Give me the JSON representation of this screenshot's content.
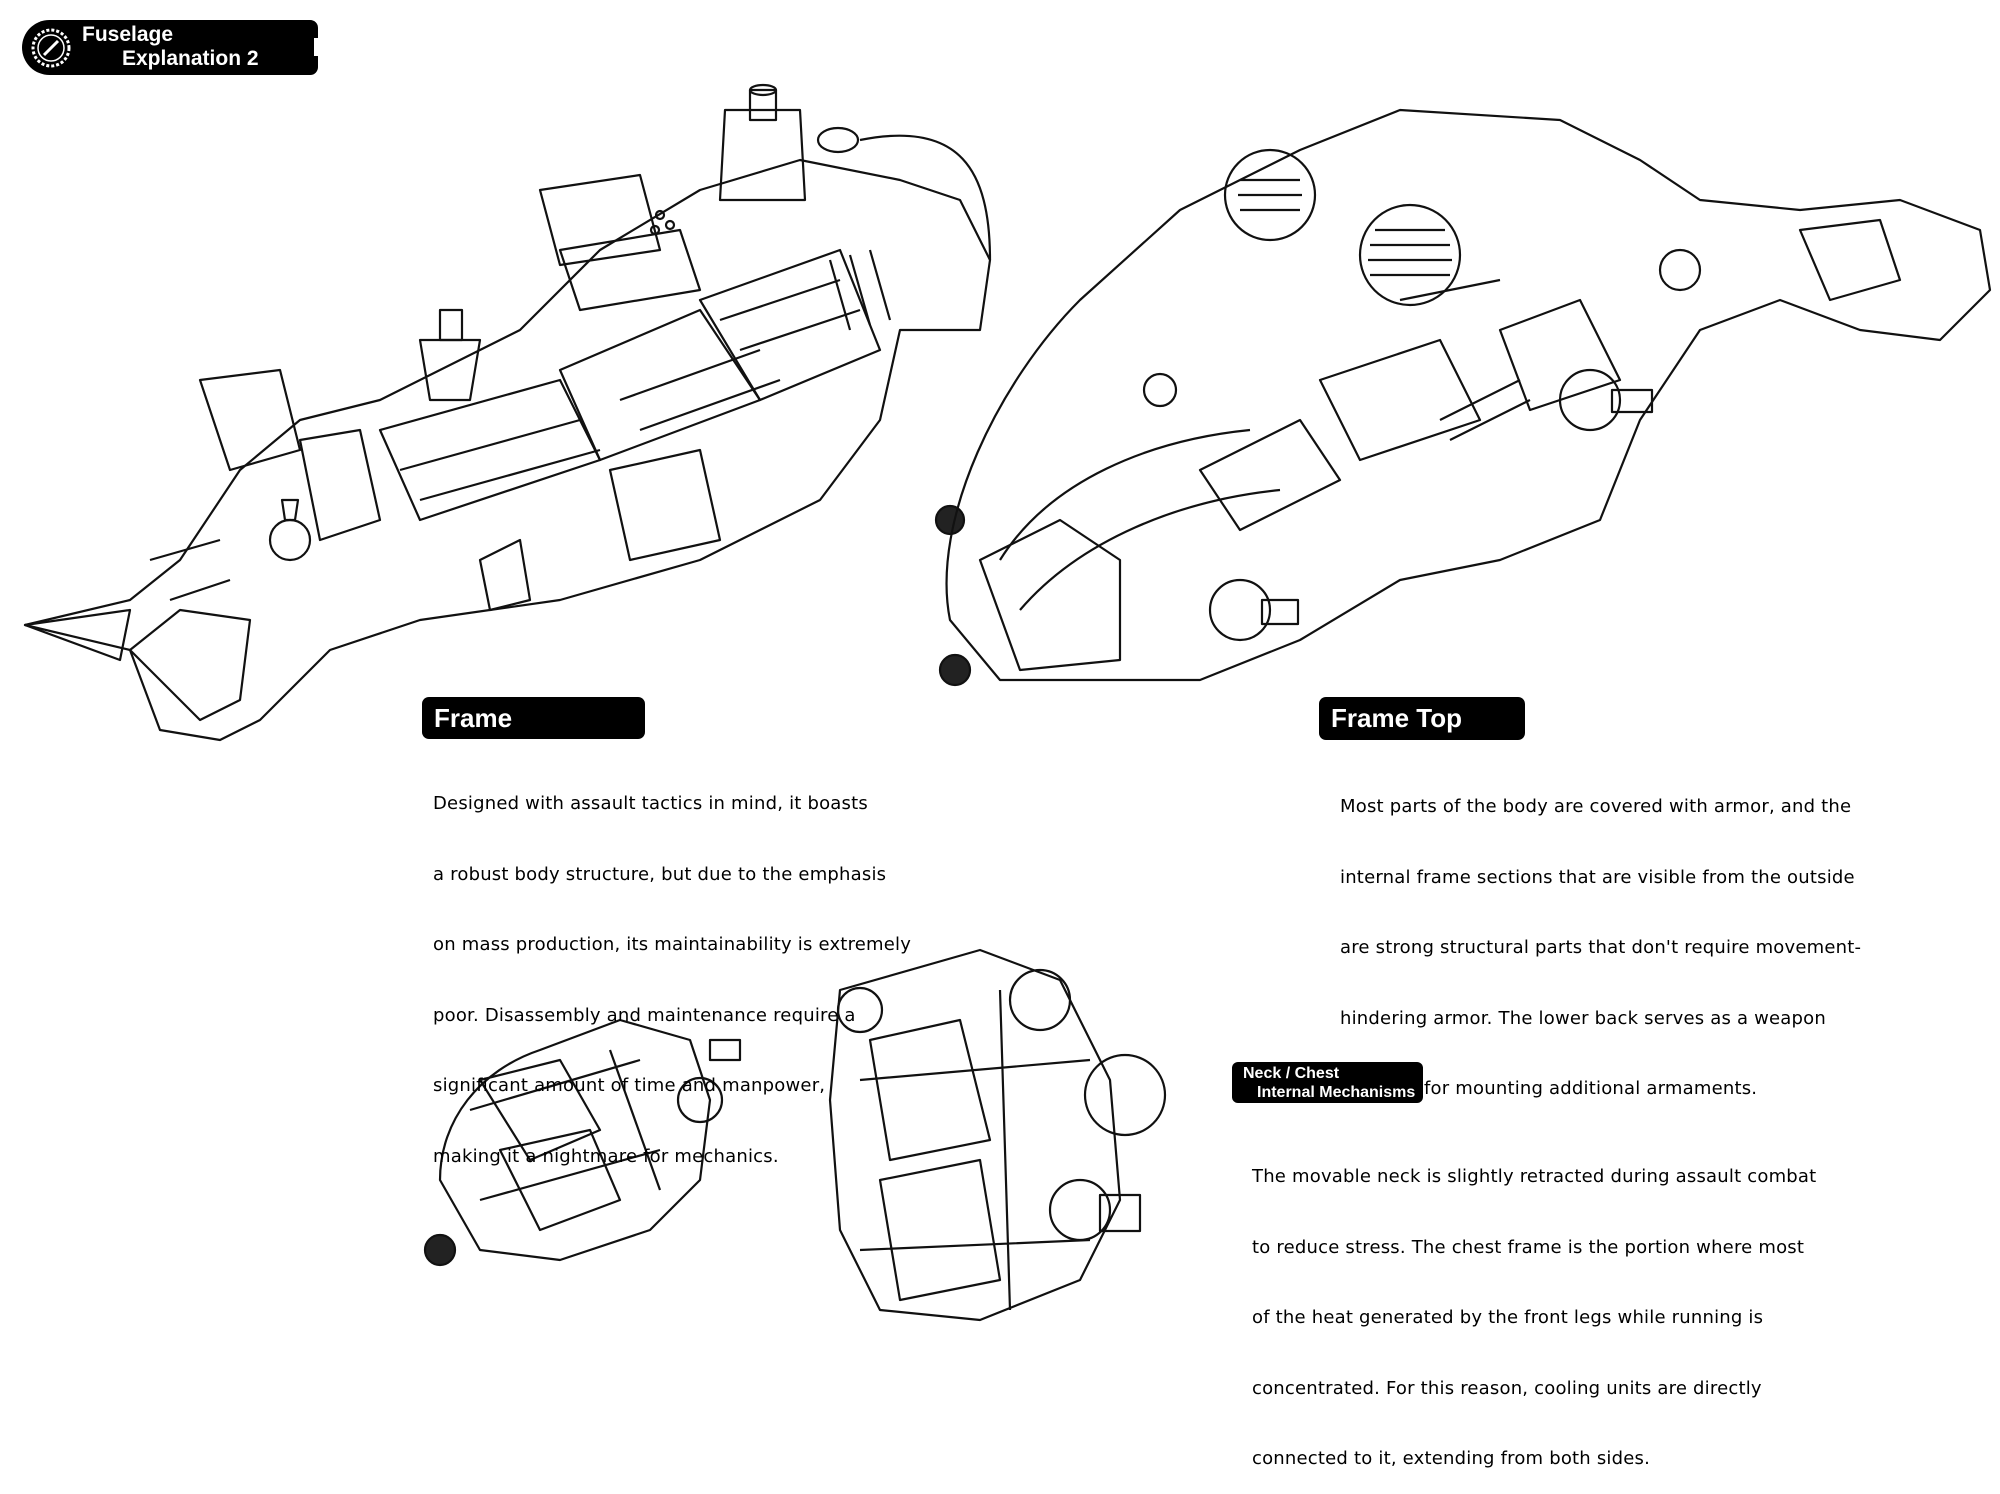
{
  "header": {
    "icon": "gear-compass-icon",
    "title_line1": "Fuselage",
    "title_line2": "Explanation 2"
  },
  "sections": {
    "frame_underside": {
      "title": "Frame Underside",
      "lines": [
        "Designed with assault tactics in mind, it boasts",
        "a robust body structure, but due to the emphasis",
        "on mass production, its maintainability is extremely",
        "poor. Disassembly and maintenance require a",
        "significant amount of time and manpower,",
        "making it a nightmare for mechanics."
      ]
    },
    "frame_top": {
      "title": "Frame Top",
      "lines": [
        "Most parts of the body are covered with armor, and the",
        "internal frame sections that are visible from the outside",
        "are strong structural parts that don't require movement-",
        "hindering armor. The lower back serves as a weapon",
        "platform for mounting additional armaments."
      ]
    },
    "neck_chest": {
      "title_line1": "Neck / Chest",
      "title_line2": "Internal Mechanisms",
      "lines": [
        "The movable neck is slightly retracted during assault combat",
        "to reduce stress. The chest frame is the portion where most",
        "of the heat generated by the front legs while running is",
        "concentrated. For this reason, cooling units are directly",
        "connected to it, extending from both sides."
      ]
    }
  }
}
